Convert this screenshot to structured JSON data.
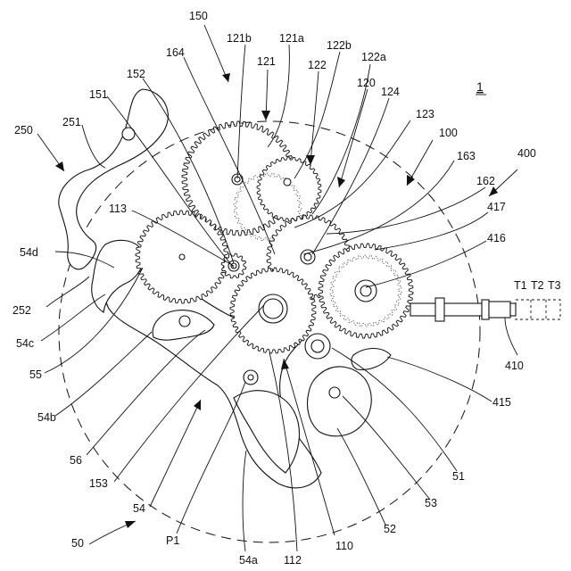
{
  "figure_number": "1",
  "labels": {
    "l150": "150",
    "l121b": "121b",
    "l121a": "121a",
    "l121": "121",
    "l164": "164",
    "l152": "152",
    "l122b": "122b",
    "l122": "122",
    "l122a": "122a",
    "l120": "120",
    "l124": "124",
    "l151": "151",
    "l123": "123",
    "l100": "100",
    "l251": "251",
    "l250": "250",
    "l163": "163",
    "l400": "400",
    "l162": "162",
    "l113": "113",
    "l417": "417",
    "l416": "416",
    "l54d": "54d",
    "l252": "252",
    "l54c": "54c",
    "l55": "55",
    "l54b": "54b",
    "l56": "56",
    "l153": "153",
    "l54": "54",
    "l50": "50",
    "lP1": "P1",
    "l54a": "54a",
    "l112": "112",
    "l110": "110",
    "l52": "52",
    "l53": "53",
    "l51": "51",
    "l415": "415",
    "l410": "410",
    "lT1": "T1",
    "lT2": "T2",
    "lT3": "T3"
  },
  "gears": [
    {
      "id": "gear-121",
      "r": 64,
      "teeth": 58,
      "hidden": false
    },
    {
      "id": "gear-122",
      "r": 36,
      "teeth": 34,
      "hidden": false
    },
    {
      "id": "gear-121-inner",
      "r": 38,
      "teeth": 34,
      "hidden": true
    },
    {
      "id": "gear-113",
      "r": 52,
      "teeth": 46,
      "hidden": false
    },
    {
      "id": "gear-120",
      "r": 47,
      "teeth": 40,
      "hidden": false
    },
    {
      "id": "gear-416",
      "r": 53,
      "teeth": 48,
      "hidden": false
    },
    {
      "id": "gear-416-inner",
      "r": 40,
      "teeth": 38,
      "hidden": true
    },
    {
      "id": "gear-112",
      "r": 48,
      "teeth": 44,
      "hidden": false
    },
    {
      "id": "pinion-153",
      "r": 14,
      "teeth": 12,
      "hidden": false
    }
  ]
}
